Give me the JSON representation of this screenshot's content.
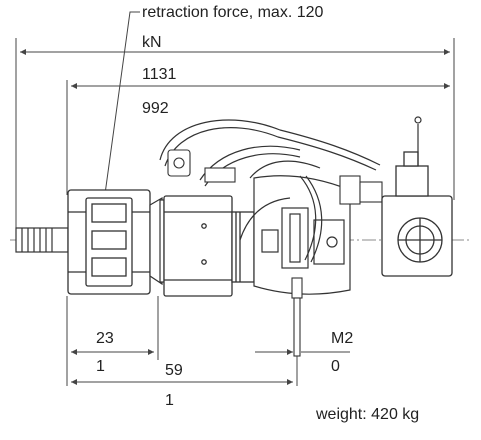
{
  "drawing": {
    "force_note": "retraction force, max. 120",
    "force_unit": "kN",
    "overall_length_1": "1131",
    "overall_length_2": "992",
    "dim_front_1": "23",
    "dim_front_2": "1",
    "dim_rear_1": "59",
    "dim_rear_2": "1",
    "thread_1": "M2",
    "thread_2": "0",
    "weight": "weight: 420 kg"
  },
  "colors": {
    "line": "#333333",
    "dim": "#444444",
    "hatch": "#555555",
    "bg": "#ffffff"
  }
}
